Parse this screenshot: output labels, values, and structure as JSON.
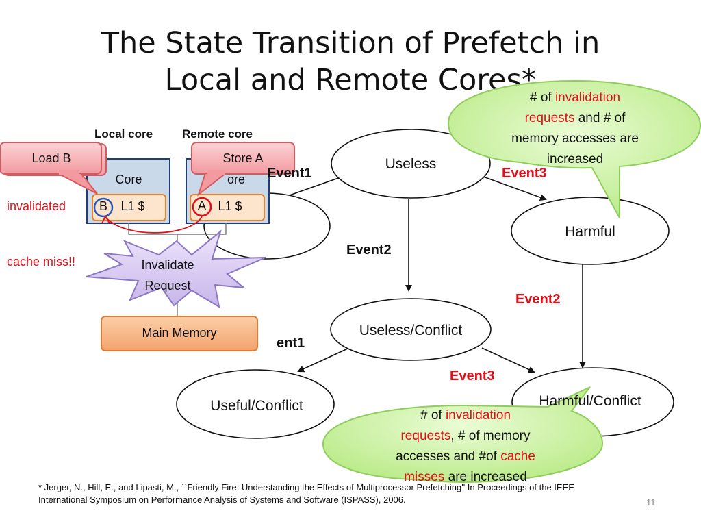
{
  "slide": {
    "title_line1": "The State Transition of Prefetch in",
    "title_line2": "Local and Remote Cores*",
    "page_number": "11",
    "footnote_line1": "* Jerger, N., Hill, E., and Lipasti, M., ``Friendly Fire: Understanding the Effects of Multiprocessor Prefetching'' In Proceedings of the IEEE",
    "footnote_line2": "International   Symposium on Performance Analysis of Systems and  Software (ISPASS), 2006."
  },
  "states": {
    "useless": "Useless",
    "harmful": "Harmful",
    "useless_conflict": "Useless/Conflict",
    "useful_conflict": "Useful/Conflict",
    "harmful_conflict": "Harmful/Conflict"
  },
  "events": {
    "event1_top": "Event1",
    "event3_top": "Event3",
    "event2_mid": "Event2",
    "event2_right": "Event2",
    "event1_bottom": "ent1",
    "event3_bottom": "Event3"
  },
  "callouts": {
    "top": {
      "p1": "# of ",
      "p2": "invalidation",
      "p3": "requests",
      "p4": " and # of",
      "p5": "memory accesses are",
      "p6": "increased"
    },
    "bottom": {
      "p1": "# of ",
      "p2": "invalidation",
      "p3": "requests",
      "p4": ", # of memory",
      "p5": "accesses and #of ",
      "p6": "cache",
      "p7": "misses",
      "p8": " are increased"
    }
  },
  "inset": {
    "local_core_label": "Local core",
    "remote_core_label": "Remote core",
    "load_b": "Load B",
    "store_a": "Store A",
    "core_left": "Core",
    "core_right": "ore",
    "l1_left": "L1 $",
    "l1_right": "L1 $",
    "b_letter": "B",
    "a_letter": "A",
    "invalidated": "invalidated",
    "cache_miss": "cache miss!!",
    "invalidate_line1": "Invalidate",
    "invalidate_line2": "Request",
    "main_memory": "Main Memory"
  },
  "colors": {
    "accent_red": "#e0101a",
    "callout_green": "#ccf2a0",
    "callout_border": "#8fcd5c",
    "core_box": "#c9d9ea",
    "core_border": "#1f3d7a",
    "cache_box": "#fde4cd",
    "cache_border": "#e9822e",
    "balloon_pink": "#f8b8bb",
    "balloon_border": "#d55a5f",
    "memory_fill": "#f7b68a",
    "memory_border": "#e07a30",
    "burst_fill": "#d8c9ee",
    "burst_border": "#8c77c4",
    "circle_blue": "#2a5ab8"
  }
}
